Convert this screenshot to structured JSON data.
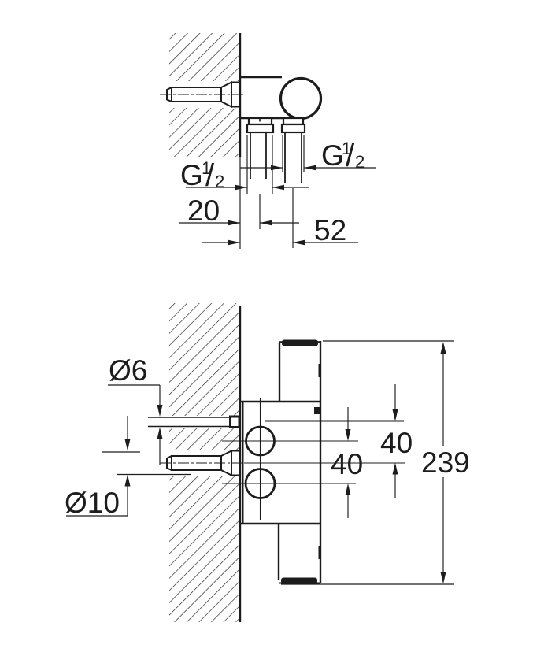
{
  "drawing": {
    "background": "#ffffff",
    "line_color": "#1c1c1c",
    "top_view": {
      "thread_right": {
        "base": "G",
        "sup": "1",
        "slash": "/",
        "sub": "2"
      },
      "thread_left": {
        "base": "G",
        "sup": "1",
        "slash": "/",
        "sub": "2"
      },
      "offset_upper": "20",
      "offset_lower": "52"
    },
    "front_view": {
      "small_hole": "Ø6",
      "large_hole": "Ø10",
      "spacing_upper": "40",
      "spacing_lower": "40",
      "overall_height": "239"
    }
  }
}
